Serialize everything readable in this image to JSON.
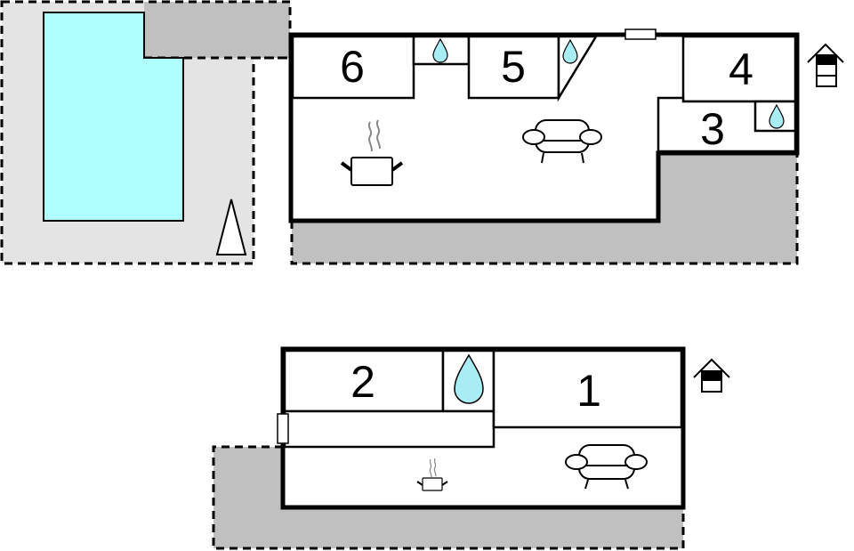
{
  "diagram": {
    "type": "floor plan",
    "upper_floor": {
      "rooms": [
        {
          "id": "6",
          "label": "6",
          "kind": "bedroom"
        },
        {
          "id": "5",
          "label": "5",
          "kind": "bedroom"
        },
        {
          "id": "4",
          "label": "4",
          "kind": "bedroom"
        },
        {
          "id": "3",
          "label": "3",
          "kind": "bedroom"
        }
      ],
      "features": [
        "pool",
        "kitchen-pot",
        "sofa",
        "bathroom-drop",
        "bathroom-drop",
        "bathroom-drop",
        "tree",
        "floor-indicator-upper",
        "window"
      ]
    },
    "lower_floor": {
      "rooms": [
        {
          "id": "2",
          "label": "2",
          "kind": "bedroom"
        },
        {
          "id": "1",
          "label": "1",
          "kind": "bedroom"
        }
      ],
      "features": [
        "bathroom-drop",
        "kitchen-pot",
        "sofa",
        "floor-indicator-lower",
        "door"
      ]
    },
    "colors": {
      "wall": "#000000",
      "pool": "#b0ffff",
      "terrace_light": "#e4e4e4",
      "terrace_dark": "#c0c0c0",
      "water_drop": "#a8ecf4",
      "steam": "#888888"
    }
  }
}
